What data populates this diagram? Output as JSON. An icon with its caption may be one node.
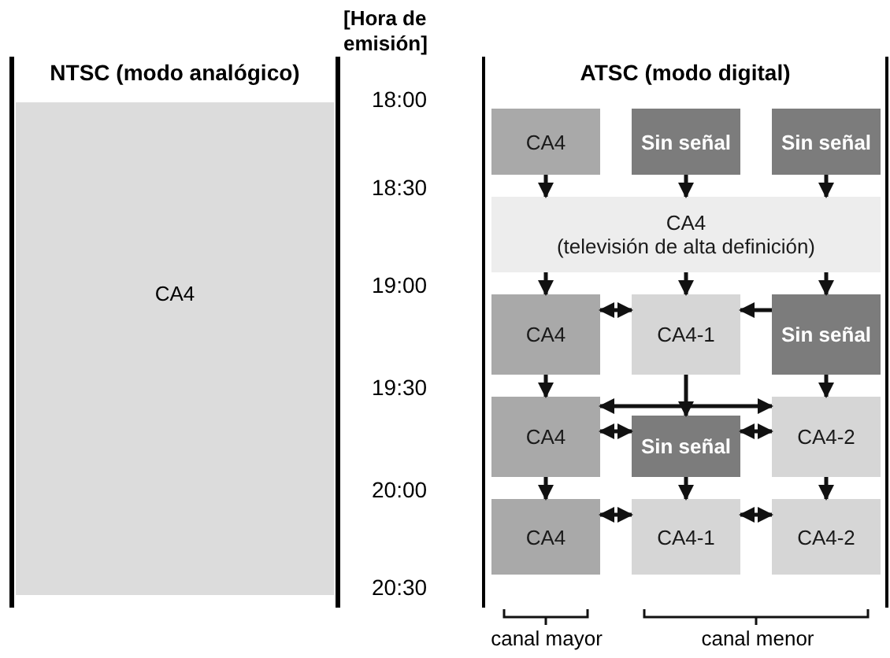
{
  "diagram": {
    "nodes": [
      {
        "text": [
          "NTSC (modo analógico)",
          "CA4"
        ]
      },
      {
        "text": [
          "ATSC (modo digital)"
        ]
      },
      {
        "text": [
          "CA4"
        ],
        "in": 1
      },
      {
        "text": [
          "Sin señal"
        ],
        "in": 1
      },
      {
        "text": [
          "Sin señal"
        ],
        "in": 1
      },
      {
        "text": [
          "CA4",
          "(televisión de alta definición)"
        ],
        "in": 1
      },
      {
        "text": [
          "CA4"
        ],
        "in": 1
      },
      {
        "text": [
          "CA4-1"
        ],
        "in": 1
      },
      {
        "text": [
          "Sin señal"
        ],
        "in": 1
      },
      {
        "text": [
          "CA4"
        ],
        "in": 1
      },
      {
        "text": [
          "Sin señal"
        ],
        "in": 1
      },
      {
        "text": [
          "CA4-2"
        ],
        "in": 1
      },
      {
        "text": [
          "CA4"
        ],
        "in": 1
      },
      {
        "text": [
          "CA4-1"
        ],
        "in": 1
      },
      {
        "text": [
          "CA4-2"
        ],
        "in": 1
      }
    ],
    "edges": [
      {
        "from": 2,
        "to": 5,
        "arrow": "to"
      },
      {
        "from": 3,
        "to": 5,
        "arrow": "to"
      },
      {
        "from": 4,
        "to": 5,
        "arrow": "to"
      },
      {
        "from": 5,
        "to": 6,
        "arrow": "to"
      },
      {
        "from": 5,
        "to": 7,
        "arrow": "to"
      },
      {
        "from": 5,
        "to": 8,
        "arrow": "to"
      },
      {
        "from": 6,
        "to": 9,
        "arrow": "to"
      },
      {
        "from": 7,
        "to": 10,
        "arrow": "to"
      },
      {
        "from": 8,
        "to": 11,
        "arrow": "to"
      },
      {
        "from": 9,
        "to": 12,
        "arrow": "to"
      },
      {
        "from": 10,
        "to": 13,
        "arrow": "to"
      },
      {
        "from": 11,
        "to": 14,
        "arrow": "to"
      },
      {
        "from": 6,
        "to": 7,
        "arrow": "both"
      },
      {
        "from": 8,
        "to": 7,
        "arrow": "to"
      },
      {
        "from": 9,
        "to": 10,
        "arrow": "both"
      },
      {
        "from": 10,
        "to": 11,
        "arrow": "both"
      },
      {
        "from": 9,
        "to": 11,
        "arrow": "both"
      },
      {
        "from": 12,
        "to": 13,
        "arrow": "both"
      },
      {
        "from": 13,
        "to": 14,
        "arrow": "both"
      }
    ],
    "labels": [
      "[Hora de emisión]",
      "18:00",
      "18:30",
      "19:00",
      "19:30",
      "20:00",
      "20:30",
      "canal mayor",
      "canal menor"
    ]
  }
}
